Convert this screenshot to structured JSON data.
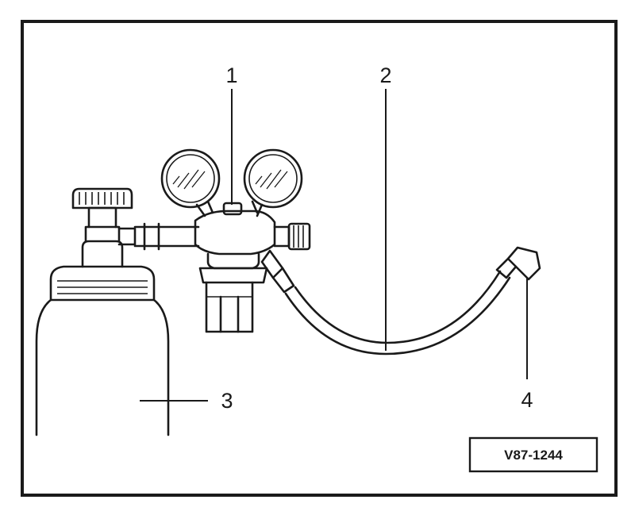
{
  "callouts": {
    "regulator": "1",
    "hose": "2",
    "cylinder": "3",
    "connector": "4"
  },
  "figure_ref": "V87-1244",
  "colors": {
    "line": "#1a1a1a",
    "background": "#ffffff"
  }
}
